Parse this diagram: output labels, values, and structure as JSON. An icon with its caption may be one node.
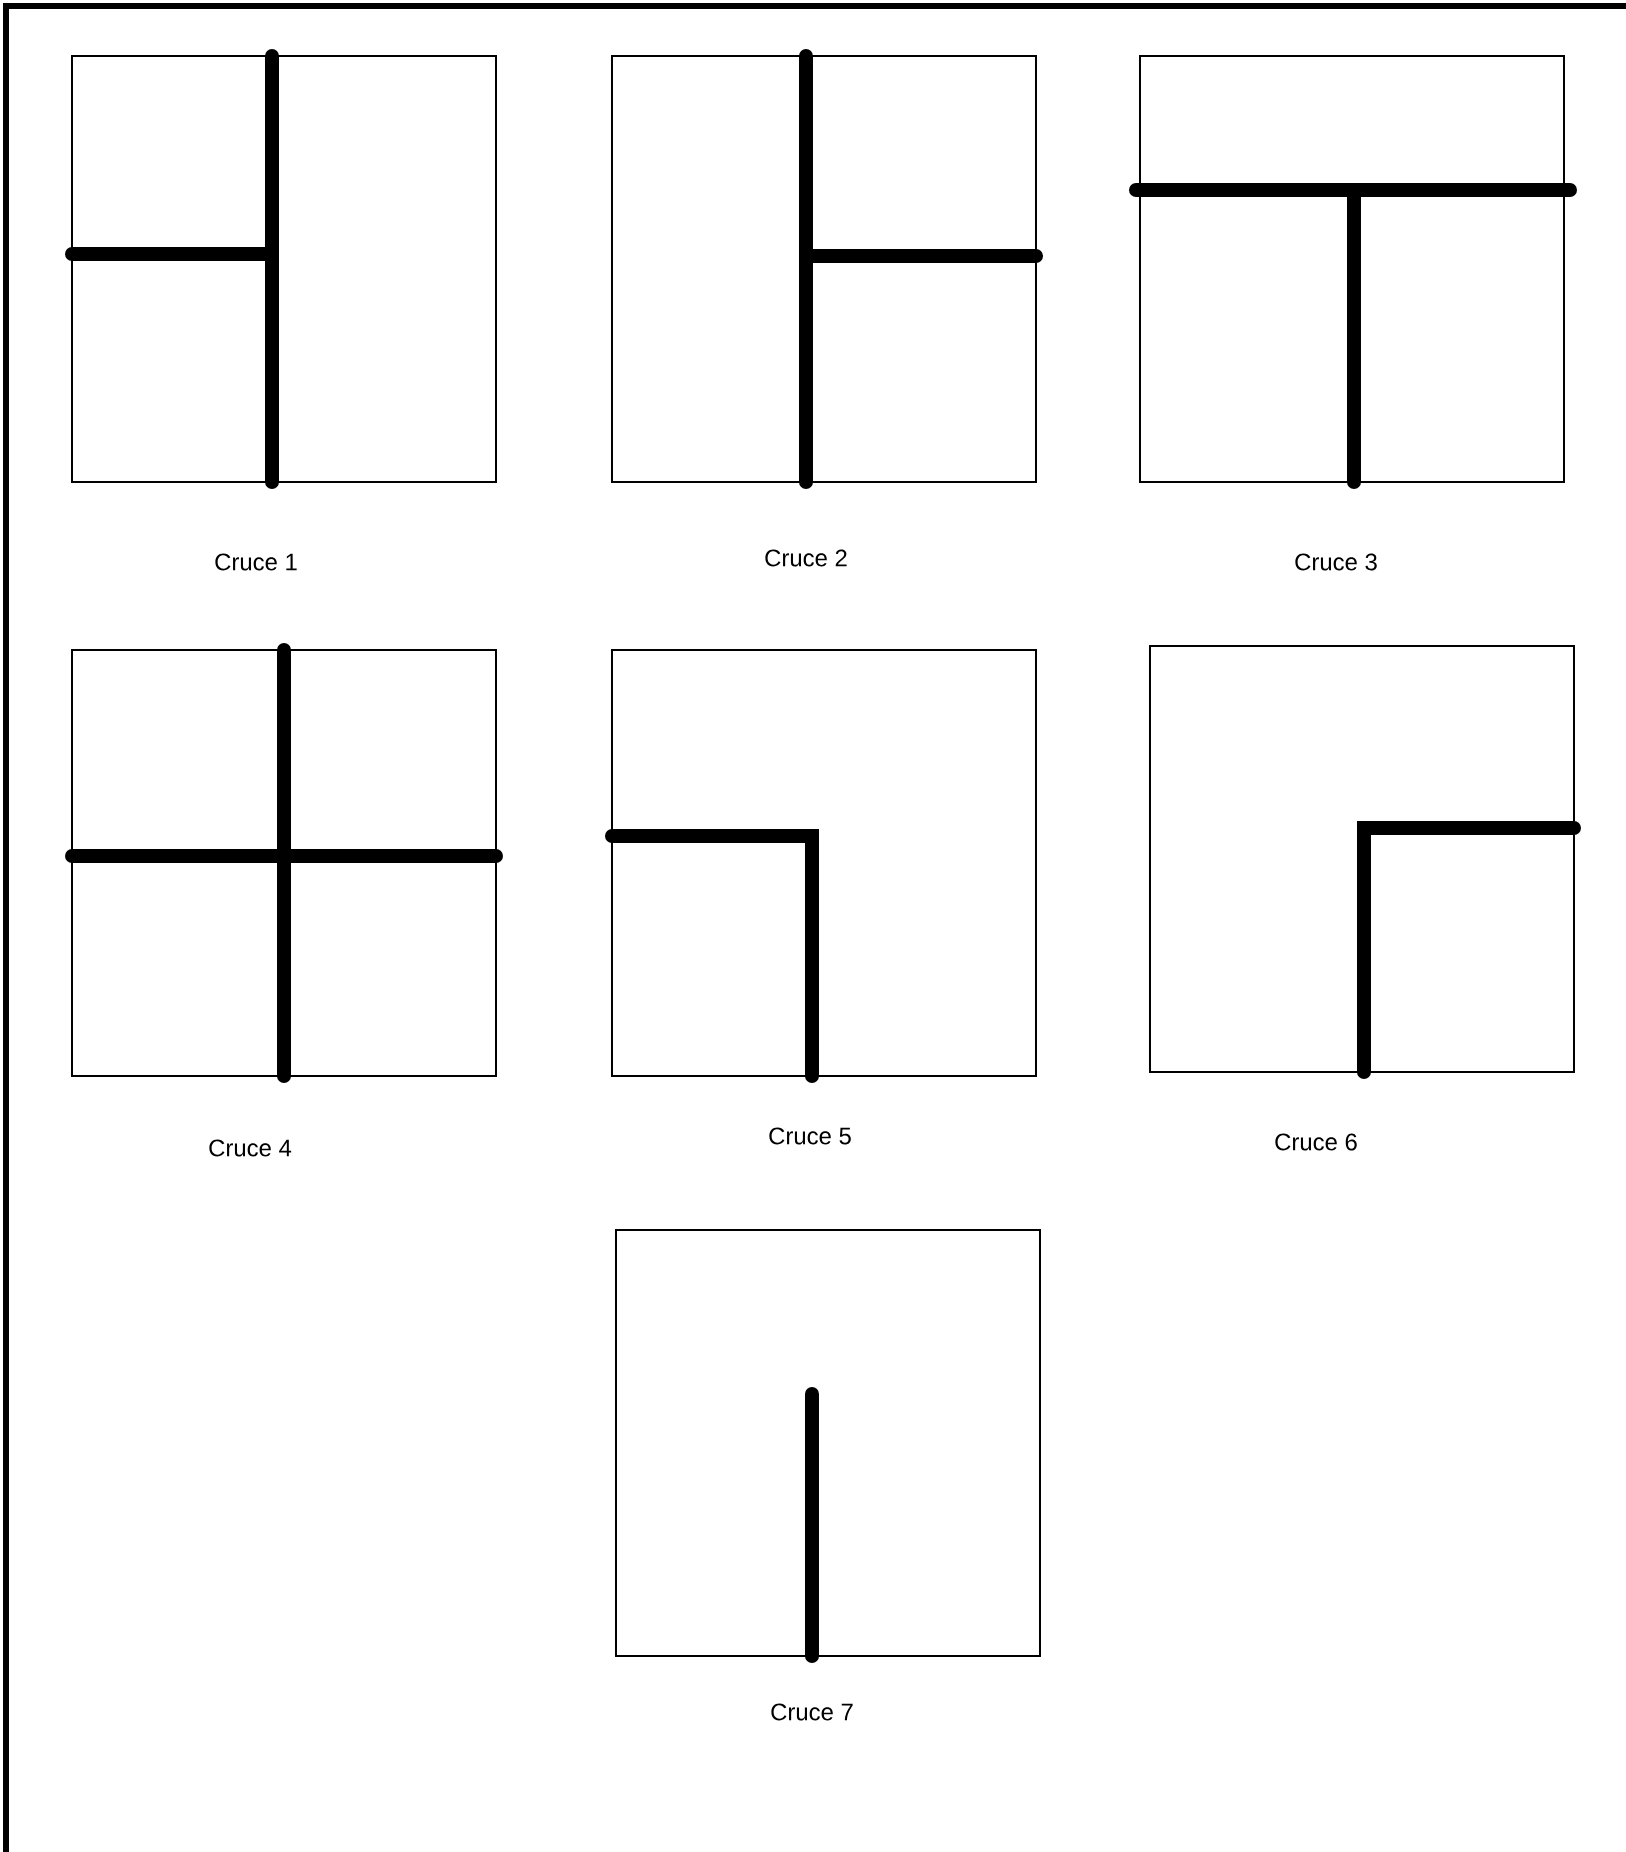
{
  "diagram": {
    "nodes": [
      {
        "text": [],
        "shape": "box",
        "beside": [
          "Cruce 1"
        ]
      },
      {
        "text": [],
        "shape": "box",
        "beside": [
          "Cruce 2"
        ]
      },
      {
        "text": [],
        "shape": "box",
        "beside": [
          "Cruce 3"
        ]
      },
      {
        "text": [],
        "shape": "box",
        "beside": [
          "Cruce 4"
        ]
      },
      {
        "text": [],
        "shape": "box",
        "beside": [
          "Cruce 5"
        ]
      },
      {
        "text": [],
        "shape": "box",
        "beside": [
          "Cruce 6"
        ]
      },
      {
        "text": [],
        "shape": "box",
        "beside": [
          "Cruce 7"
        ]
      }
    ]
  }
}
